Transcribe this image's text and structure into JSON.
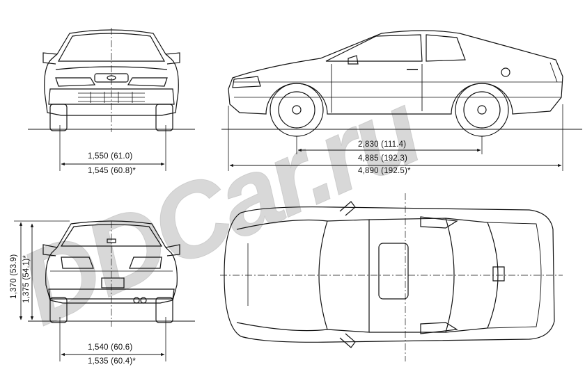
{
  "watermark": "DDCar.ru",
  "dimensions": {
    "front_track": "1,550 (61.0)",
    "front_track_alt": "1,545 (60.8)*",
    "wheelbase": "2,830 (111.4)",
    "overall_length": "4,885 (192.3)",
    "overall_length_alt": "4,890 (192.5)*",
    "height": "1,370 (53.9)",
    "height_alt": "1,375 (54.1)*",
    "rear_track": "1,540 (60.6)",
    "rear_track_alt": "1,535 (60.4)*"
  }
}
